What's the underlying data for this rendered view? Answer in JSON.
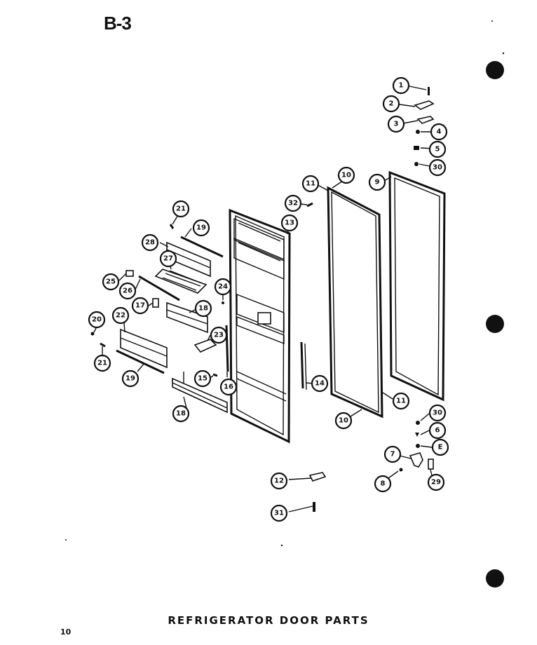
{
  "page_code": "B-3",
  "caption": "REFRIGERATOR DOOR PARTS",
  "page_number": "10",
  "callouts": [
    {
      "id": "c1",
      "label": "1"
    },
    {
      "id": "c2",
      "label": "2"
    },
    {
      "id": "c3",
      "label": "3"
    },
    {
      "id": "c4",
      "label": "4"
    },
    {
      "id": "c5",
      "label": "5"
    },
    {
      "id": "c30a",
      "label": "30"
    },
    {
      "id": "c9",
      "label": "9"
    },
    {
      "id": "c10a",
      "label": "10"
    },
    {
      "id": "c11a",
      "label": "11"
    },
    {
      "id": "c32",
      "label": "32"
    },
    {
      "id": "c13",
      "label": "13"
    },
    {
      "id": "c21a",
      "label": "21"
    },
    {
      "id": "c19a",
      "label": "19"
    },
    {
      "id": "c28",
      "label": "28"
    },
    {
      "id": "c27",
      "label": "27"
    },
    {
      "id": "c25",
      "label": "25"
    },
    {
      "id": "c26",
      "label": "26"
    },
    {
      "id": "c24",
      "label": "24"
    },
    {
      "id": "c17",
      "label": "17"
    },
    {
      "id": "c18a",
      "label": "18"
    },
    {
      "id": "c20",
      "label": "20"
    },
    {
      "id": "c22",
      "label": "22"
    },
    {
      "id": "c23",
      "label": "23"
    },
    {
      "id": "c21b",
      "label": "21"
    },
    {
      "id": "c19b",
      "label": "19"
    },
    {
      "id": "c15",
      "label": "15"
    },
    {
      "id": "c16",
      "label": "16"
    },
    {
      "id": "c14",
      "label": "14"
    },
    {
      "id": "c18b",
      "label": "18"
    },
    {
      "id": "c11b",
      "label": "11"
    },
    {
      "id": "c10b",
      "label": "10"
    },
    {
      "id": "c30b",
      "label": "30"
    },
    {
      "id": "c6",
      "label": "6"
    },
    {
      "id": "cE",
      "label": "E"
    },
    {
      "id": "c7",
      "label": "7"
    },
    {
      "id": "c8",
      "label": "8"
    },
    {
      "id": "c29",
      "label": "29"
    },
    {
      "id": "c12",
      "label": "12"
    },
    {
      "id": "c31",
      "label": "31"
    }
  ]
}
